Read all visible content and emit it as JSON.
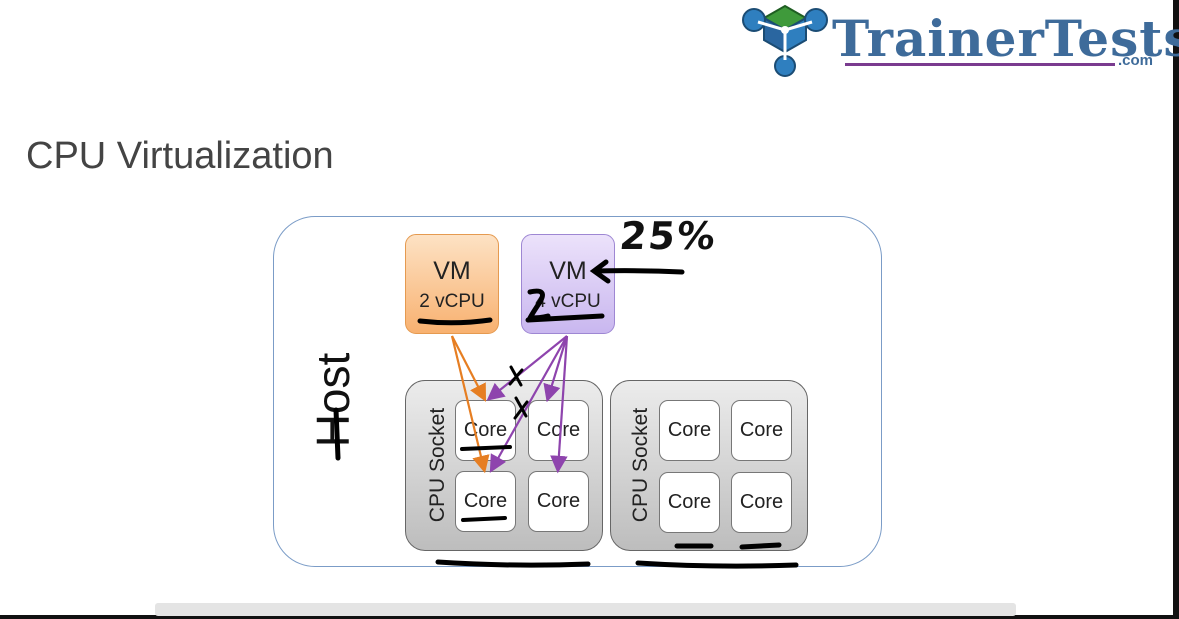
{
  "logo": {
    "text": "TrainerTests",
    "suffix": ".com"
  },
  "slide": {
    "title": "CPU Virtualization"
  },
  "diagram": {
    "host_label": "Host",
    "vms": [
      {
        "name": "VM",
        "vcpu": "2 vCPU",
        "color": "#f8b170"
      },
      {
        "name": "VM",
        "vcpu": "4 vCPU",
        "color": "#c9b7ef"
      }
    ],
    "sockets": [
      {
        "label": "CPU Socket",
        "cores": [
          "Core",
          "Core",
          "Core",
          "Core"
        ]
      },
      {
        "label": "CPU Socket",
        "cores": [
          "Core",
          "Core",
          "Core",
          "Core"
        ]
      }
    ],
    "annotation": "25%"
  },
  "colors": {
    "arrow_vm1": "#e67e22",
    "arrow_vm2": "#8e44ad",
    "host_border": "#7b9cc7",
    "logo_text": "#3e6b9a"
  }
}
